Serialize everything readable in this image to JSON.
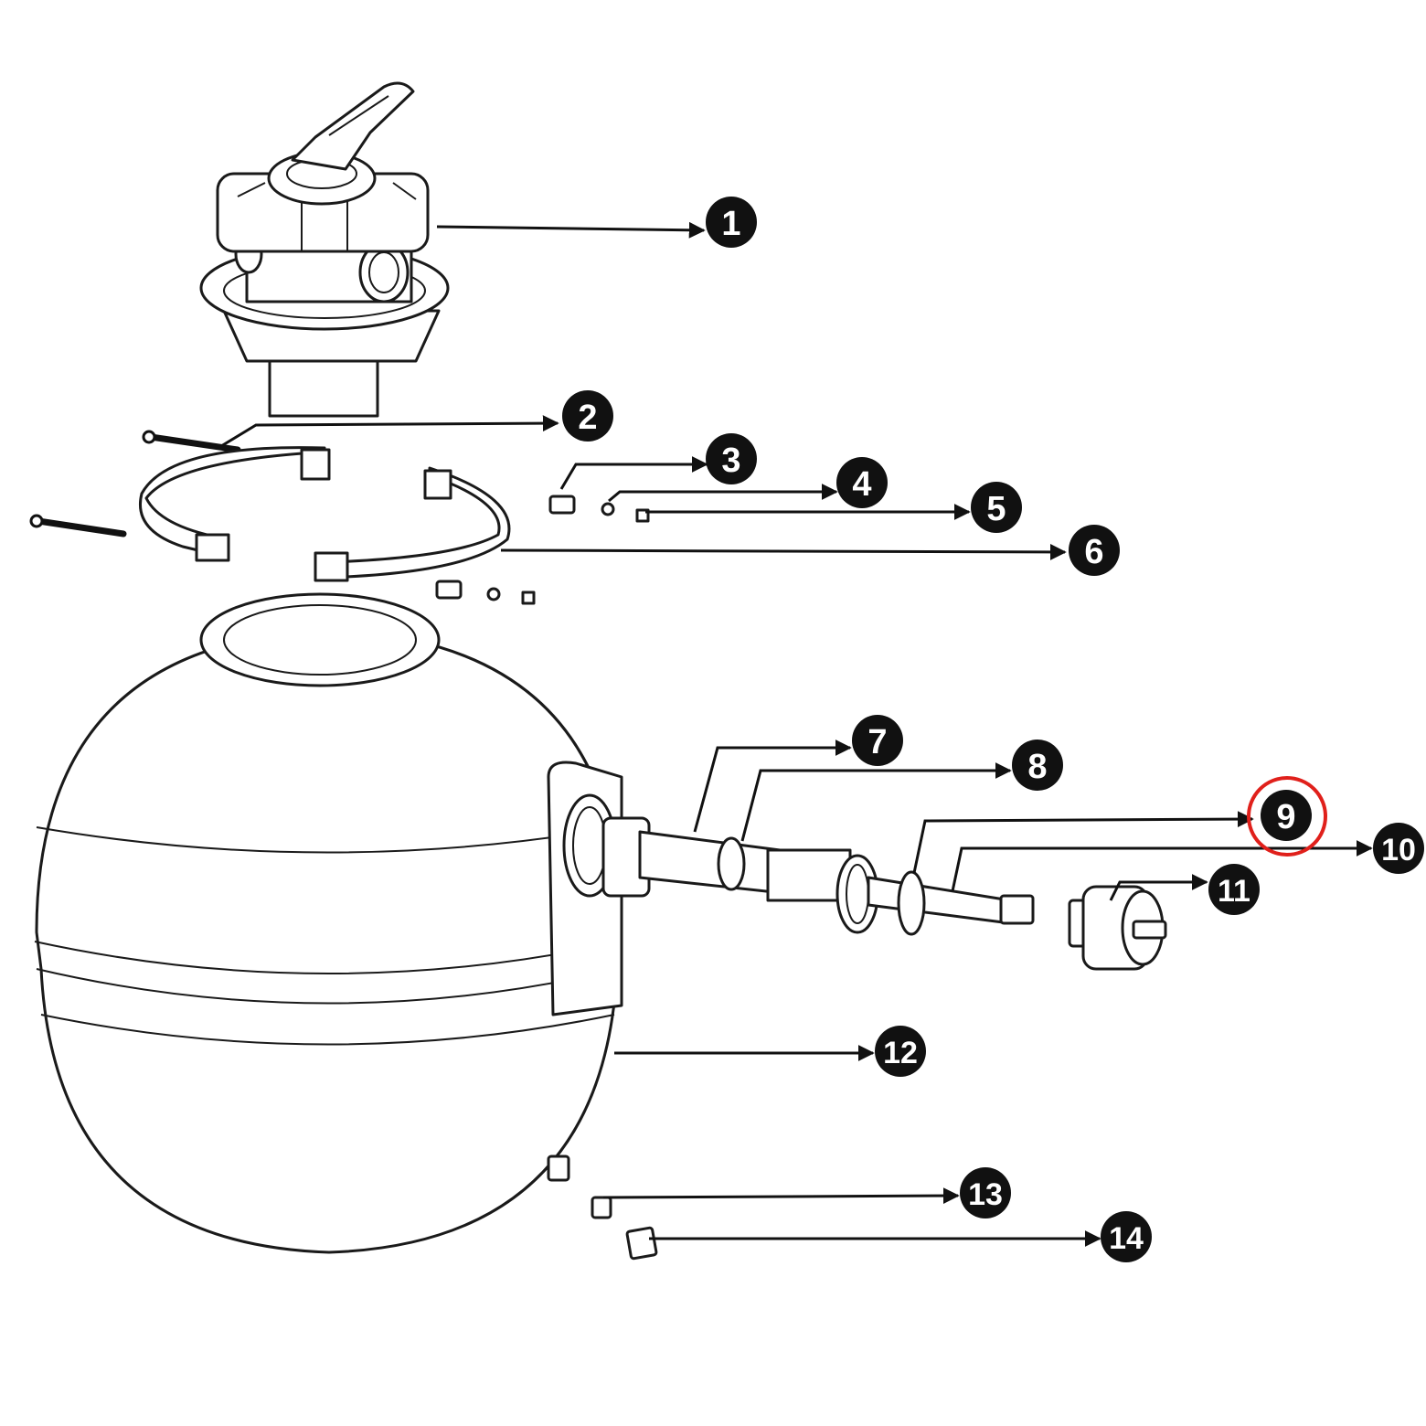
{
  "diagram": {
    "callouts": [
      {
        "id": "1",
        "label": "1"
      },
      {
        "id": "2",
        "label": "2"
      },
      {
        "id": "3",
        "label": "3"
      },
      {
        "id": "4",
        "label": "4"
      },
      {
        "id": "5",
        "label": "5"
      },
      {
        "id": "6",
        "label": "6"
      },
      {
        "id": "7",
        "label": "7"
      },
      {
        "id": "8",
        "label": "8"
      },
      {
        "id": "9",
        "label": "9",
        "highlighted": true
      },
      {
        "id": "10",
        "label": "10"
      },
      {
        "id": "11",
        "label": "11"
      },
      {
        "id": "12",
        "label": "12"
      },
      {
        "id": "13",
        "label": "13"
      },
      {
        "id": "14",
        "label": "14"
      }
    ],
    "colors": {
      "line": "#1a1a1a",
      "badge": "#111111",
      "badge_text": "#ffffff",
      "highlight": "#e0201b"
    }
  }
}
